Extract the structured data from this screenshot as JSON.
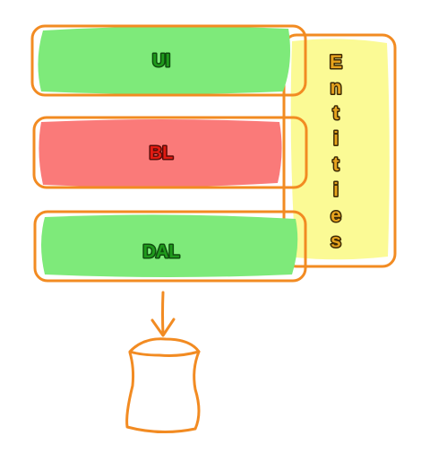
{
  "layers": [
    {
      "id": "ui",
      "label": "UI",
      "fill": "#7eea7a",
      "text_color": "#1f9a1c",
      "text_outline": "#0f4d0e"
    },
    {
      "id": "bl",
      "label": "BL",
      "fill": "#fa7a79",
      "text_color": "#e21b12",
      "text_outline": "#5a0c08"
    },
    {
      "id": "dal",
      "label": "DAL",
      "fill": "#7eea7a",
      "text_color": "#1f9a1c",
      "text_outline": "#0f4d0e"
    }
  ],
  "entities": {
    "label": "Entities",
    "fill": "#fbf98a",
    "text_color": "#e7a31d",
    "text_outline": "#3d2a06"
  },
  "colors": {
    "outline": "#f28b22",
    "background": "#ffffff"
  },
  "icons": {
    "arrow": "arrow-down-icon",
    "database": "database-jar-icon"
  }
}
